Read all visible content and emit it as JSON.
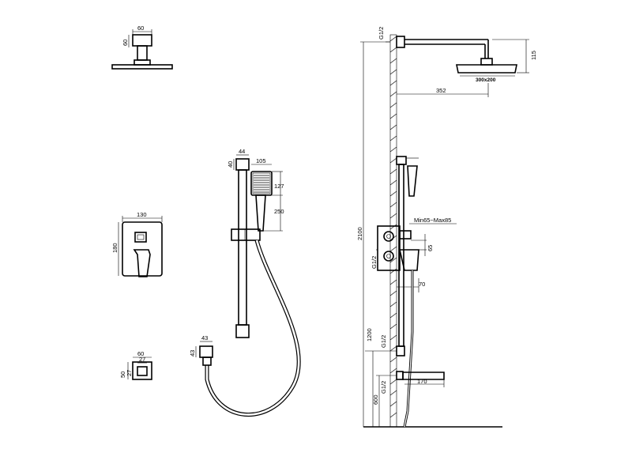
{
  "dimensions": {
    "head_arm_width": "60",
    "head_arm_height": "60",
    "bar_top_width": "44",
    "bar_top_height": "40",
    "handshower_width": "105",
    "handshower_height": "127",
    "handshower_to_holder": "250",
    "valve_width": "130",
    "valve_height": "180",
    "outlet_width": "60",
    "outlet_inner": "27",
    "outlet_height": "50",
    "outlet_inner_height": "27",
    "hose_connector_width": "43",
    "hose_connector_height": "43",
    "thread_top": "G1/2",
    "arm_projection": "352",
    "head_size": "300x200",
    "head_drop": "115",
    "total_height": "2100",
    "adjust_range": "Min65~Max85",
    "valve_offset": "65",
    "thread_valve": "G1/2",
    "valve_projection": "70",
    "connector_height": "1200",
    "thread_connector": "G1/2",
    "spout_projection": "170",
    "spout_height": "600",
    "thread_spout": "G1/2"
  }
}
